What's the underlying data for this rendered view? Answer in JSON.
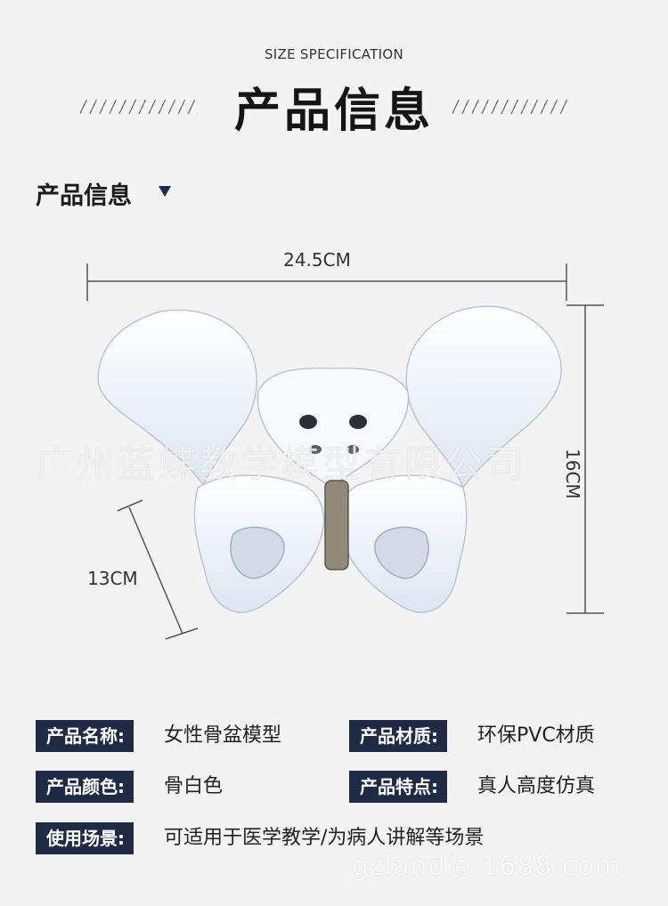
{
  "header": {
    "subtitle": "SIZE SPECIFICATION",
    "title": "产品信息"
  },
  "section": {
    "title": "产品信息"
  },
  "dimensions": {
    "width": "24.5CM",
    "height": "16CM",
    "depth": "13CM"
  },
  "watermark": {
    "text": "广州蓝蝶教学模型有限公司",
    "site": "gzlandie.1688.com"
  },
  "specs": [
    {
      "label": "产品名称:",
      "value": "女性骨盆模型"
    },
    {
      "label": "产品材质:",
      "value": "环保PVC材质"
    },
    {
      "label": "产品颜色:",
      "value": "骨白色"
    },
    {
      "label": "产品特点:",
      "value": "真人高度仿真"
    },
    {
      "label": "使用场景:",
      "value": "可适用于医学教学/为病人讲解等场景"
    }
  ],
  "colors": {
    "label_bg": "#1f2a44",
    "background": "#f3f3f3",
    "bone": "#f2f6fb"
  }
}
